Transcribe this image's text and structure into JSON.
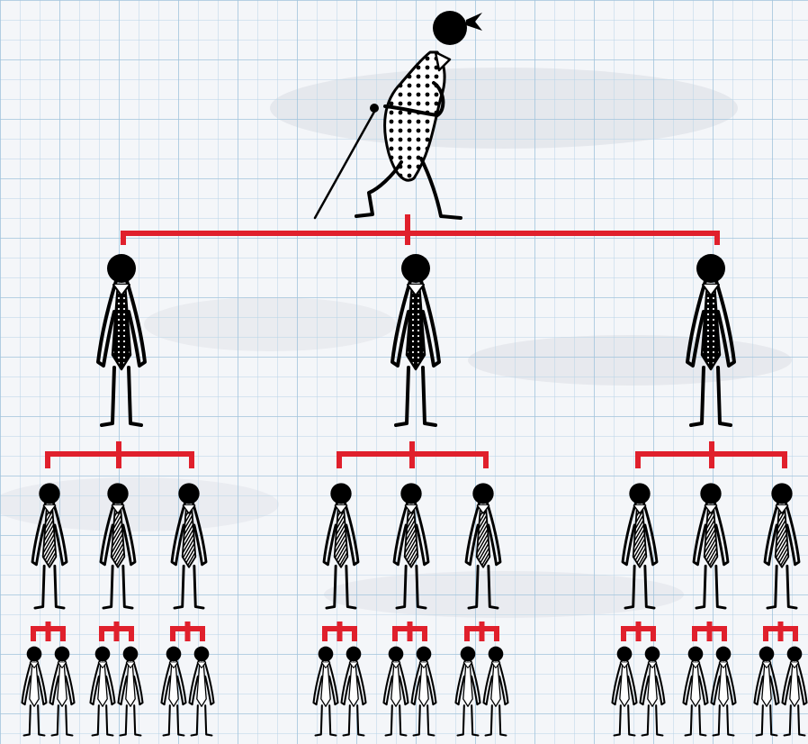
{
  "colors": {
    "paper": "#f4f6f9",
    "grid": "#b7d3e6",
    "connector": "#e0202c",
    "ink": "#000000",
    "fabric": "#ffffff"
  },
  "illustration": {
    "subject": "pyramid-hierarchy",
    "levels": [
      {
        "level": 1,
        "count": 1,
        "figure": "bowing-old-man-with-cane-icon"
      },
      {
        "level": 2,
        "count": 3,
        "figure": "man-dark-dotted-tie-icon"
      },
      {
        "level": 3,
        "count": 9,
        "figure": "man-striped-tie-icon"
      },
      {
        "level": 4,
        "count": 18,
        "figure": "man-small-tie-icon"
      }
    ],
    "branching": [
      3,
      3,
      2
    ]
  }
}
